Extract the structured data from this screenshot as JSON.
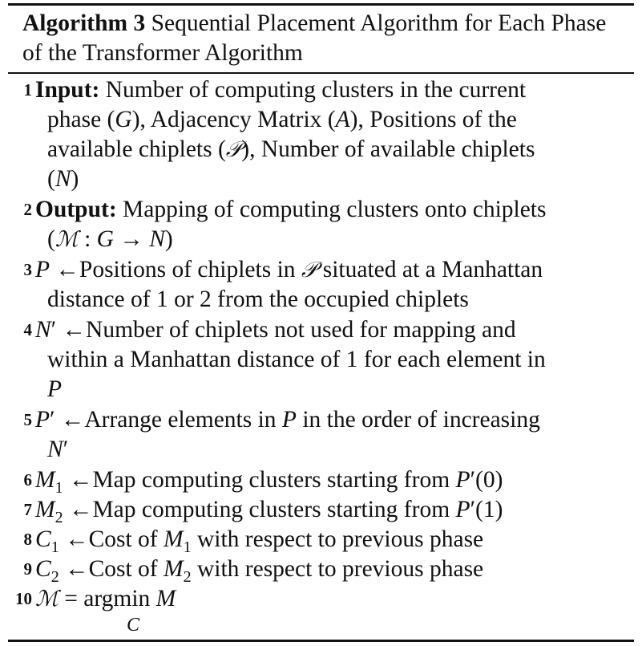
{
  "caption": {
    "label": "Algorithm 3",
    "title": "Sequential Placement Algorithm for Each Phase of the Transformer Algorithm"
  },
  "steps": [
    {
      "num": "1",
      "keyword": "Input:",
      "text": "Number of computing clusters in the current phase (G), Adjacency Matrix (A), Positions of the available chiplets (𝒫), Number of available chiplets (N)"
    },
    {
      "num": "2",
      "keyword": "Output:",
      "text": "Mapping of computing clusters onto chiplets (ℳ : G → N)"
    },
    {
      "num": "3",
      "text": "P ←Positions of chiplets in 𝒫 situated at a Manhattan distance of 1 or 2 from the occupied chiplets"
    },
    {
      "num": "4",
      "text": "N′ ←Number of chiplets not used for mapping and within a Manhattan distance of 1 for each element in P"
    },
    {
      "num": "5",
      "text": "P′ ←Arrange elements in P in the order of increasing N′"
    },
    {
      "num": "6",
      "text": "M1 ←Map computing clusters starting from P′(0)"
    },
    {
      "num": "7",
      "text": "M2 ←Map computing clusters starting from P′(1)"
    },
    {
      "num": "8",
      "text": "C1 ←Cost of M1 with respect to previous phase"
    },
    {
      "num": "9",
      "text": "C2 ←Cost of M2 with respect to previous phase"
    },
    {
      "num": "10",
      "text": "ℳ = argmin M",
      "subscript": "C"
    }
  ]
}
